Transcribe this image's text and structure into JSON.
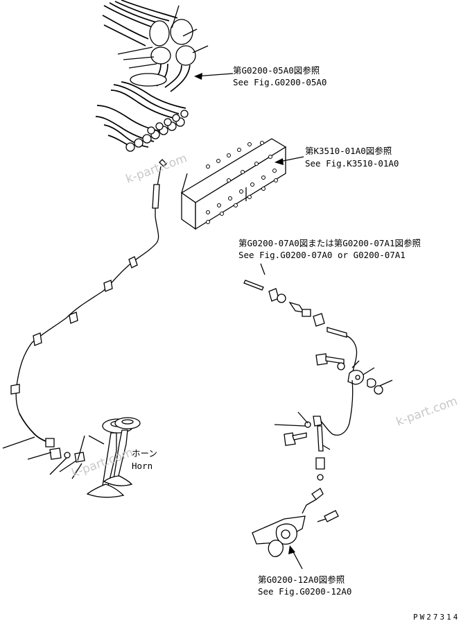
{
  "references": {
    "top_hoses": {
      "jp": "第G0200-05A0図参照",
      "en": "See Fig.G0200-05A0"
    },
    "valve_block": {
      "jp": "第K3510-01A0図参照",
      "en": "See Fig.K3510-01A0"
    },
    "right_line": {
      "jp": "第G0200-07A0図または第G0200-07A1図参照",
      "en": "See Fig.G0200-07A0 or G0200-07A1"
    },
    "bottom_bracket": {
      "jp": "第G0200-12A0図参照",
      "en": "See Fig.G0200-12A0"
    }
  },
  "horn": {
    "jp": "ホーン",
    "en": "Horn"
  },
  "watermarks": [
    "k-part.com",
    "k-part.com",
    "k-part.com"
  ],
  "drawing_number": "PW27314"
}
